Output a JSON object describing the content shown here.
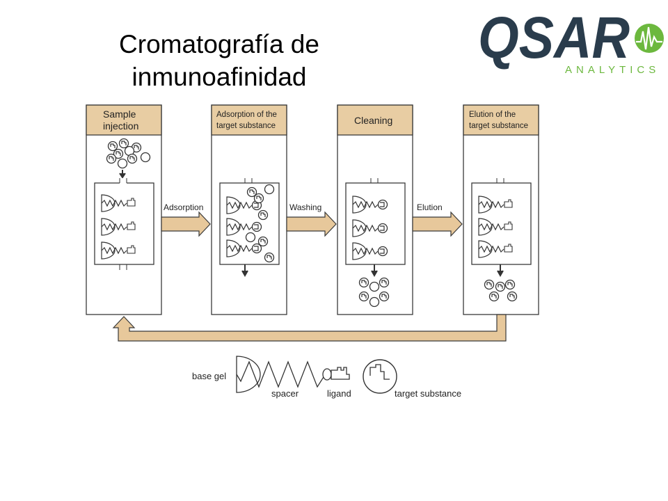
{
  "slide": {
    "title": "Cromatografía de inmunoafinidad"
  },
  "logo": {
    "brand": "QSAR",
    "tagline": "ANALYTICS",
    "brand_color": "#2a3c4c",
    "accent_color": "#6cb83e"
  },
  "steps": [
    {
      "label_line1": "Sample",
      "label_line2": "injection"
    },
    {
      "label_line1": "Adsorption of the",
      "label_line2": "target substance"
    },
    {
      "label_line1": "Cleaning",
      "label_line2": ""
    },
    {
      "label_line1": "Elution of the",
      "label_line2": "target substance"
    }
  ],
  "arrows": [
    "Adsorption",
    "Washing",
    "Elution"
  ],
  "legend": {
    "base_gel": "base gel",
    "spacer": "spacer",
    "ligand": "ligand",
    "target": "target substance"
  },
  "colors": {
    "header_fill": "#e8cda3",
    "arrow_fill": "#e7c89b",
    "stroke": "#3a3a3a"
  }
}
